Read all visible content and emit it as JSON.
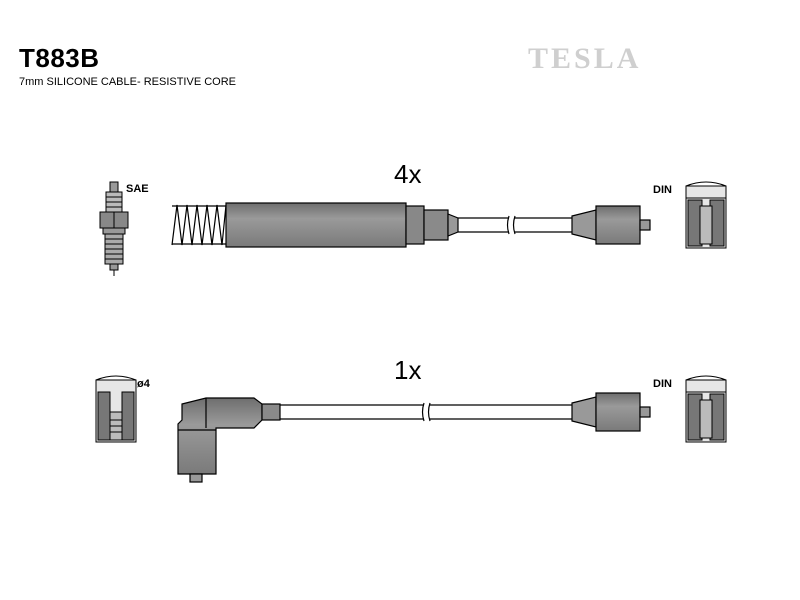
{
  "header": {
    "part_number": "T883B",
    "subtitle": "7mm SILICONE CABLE- RESISTIVE CORE",
    "brand": "TESLA"
  },
  "cables": [
    {
      "quantity": "4x",
      "left_end_label": "SAE",
      "right_end_label": "DIN"
    },
    {
      "quantity": "1x",
      "left_end_label": "ø4",
      "right_end_label": "DIN"
    }
  ],
  "colors": {
    "ink": "#000000",
    "fill": "#888888",
    "brand": "#cfcfcf"
  }
}
